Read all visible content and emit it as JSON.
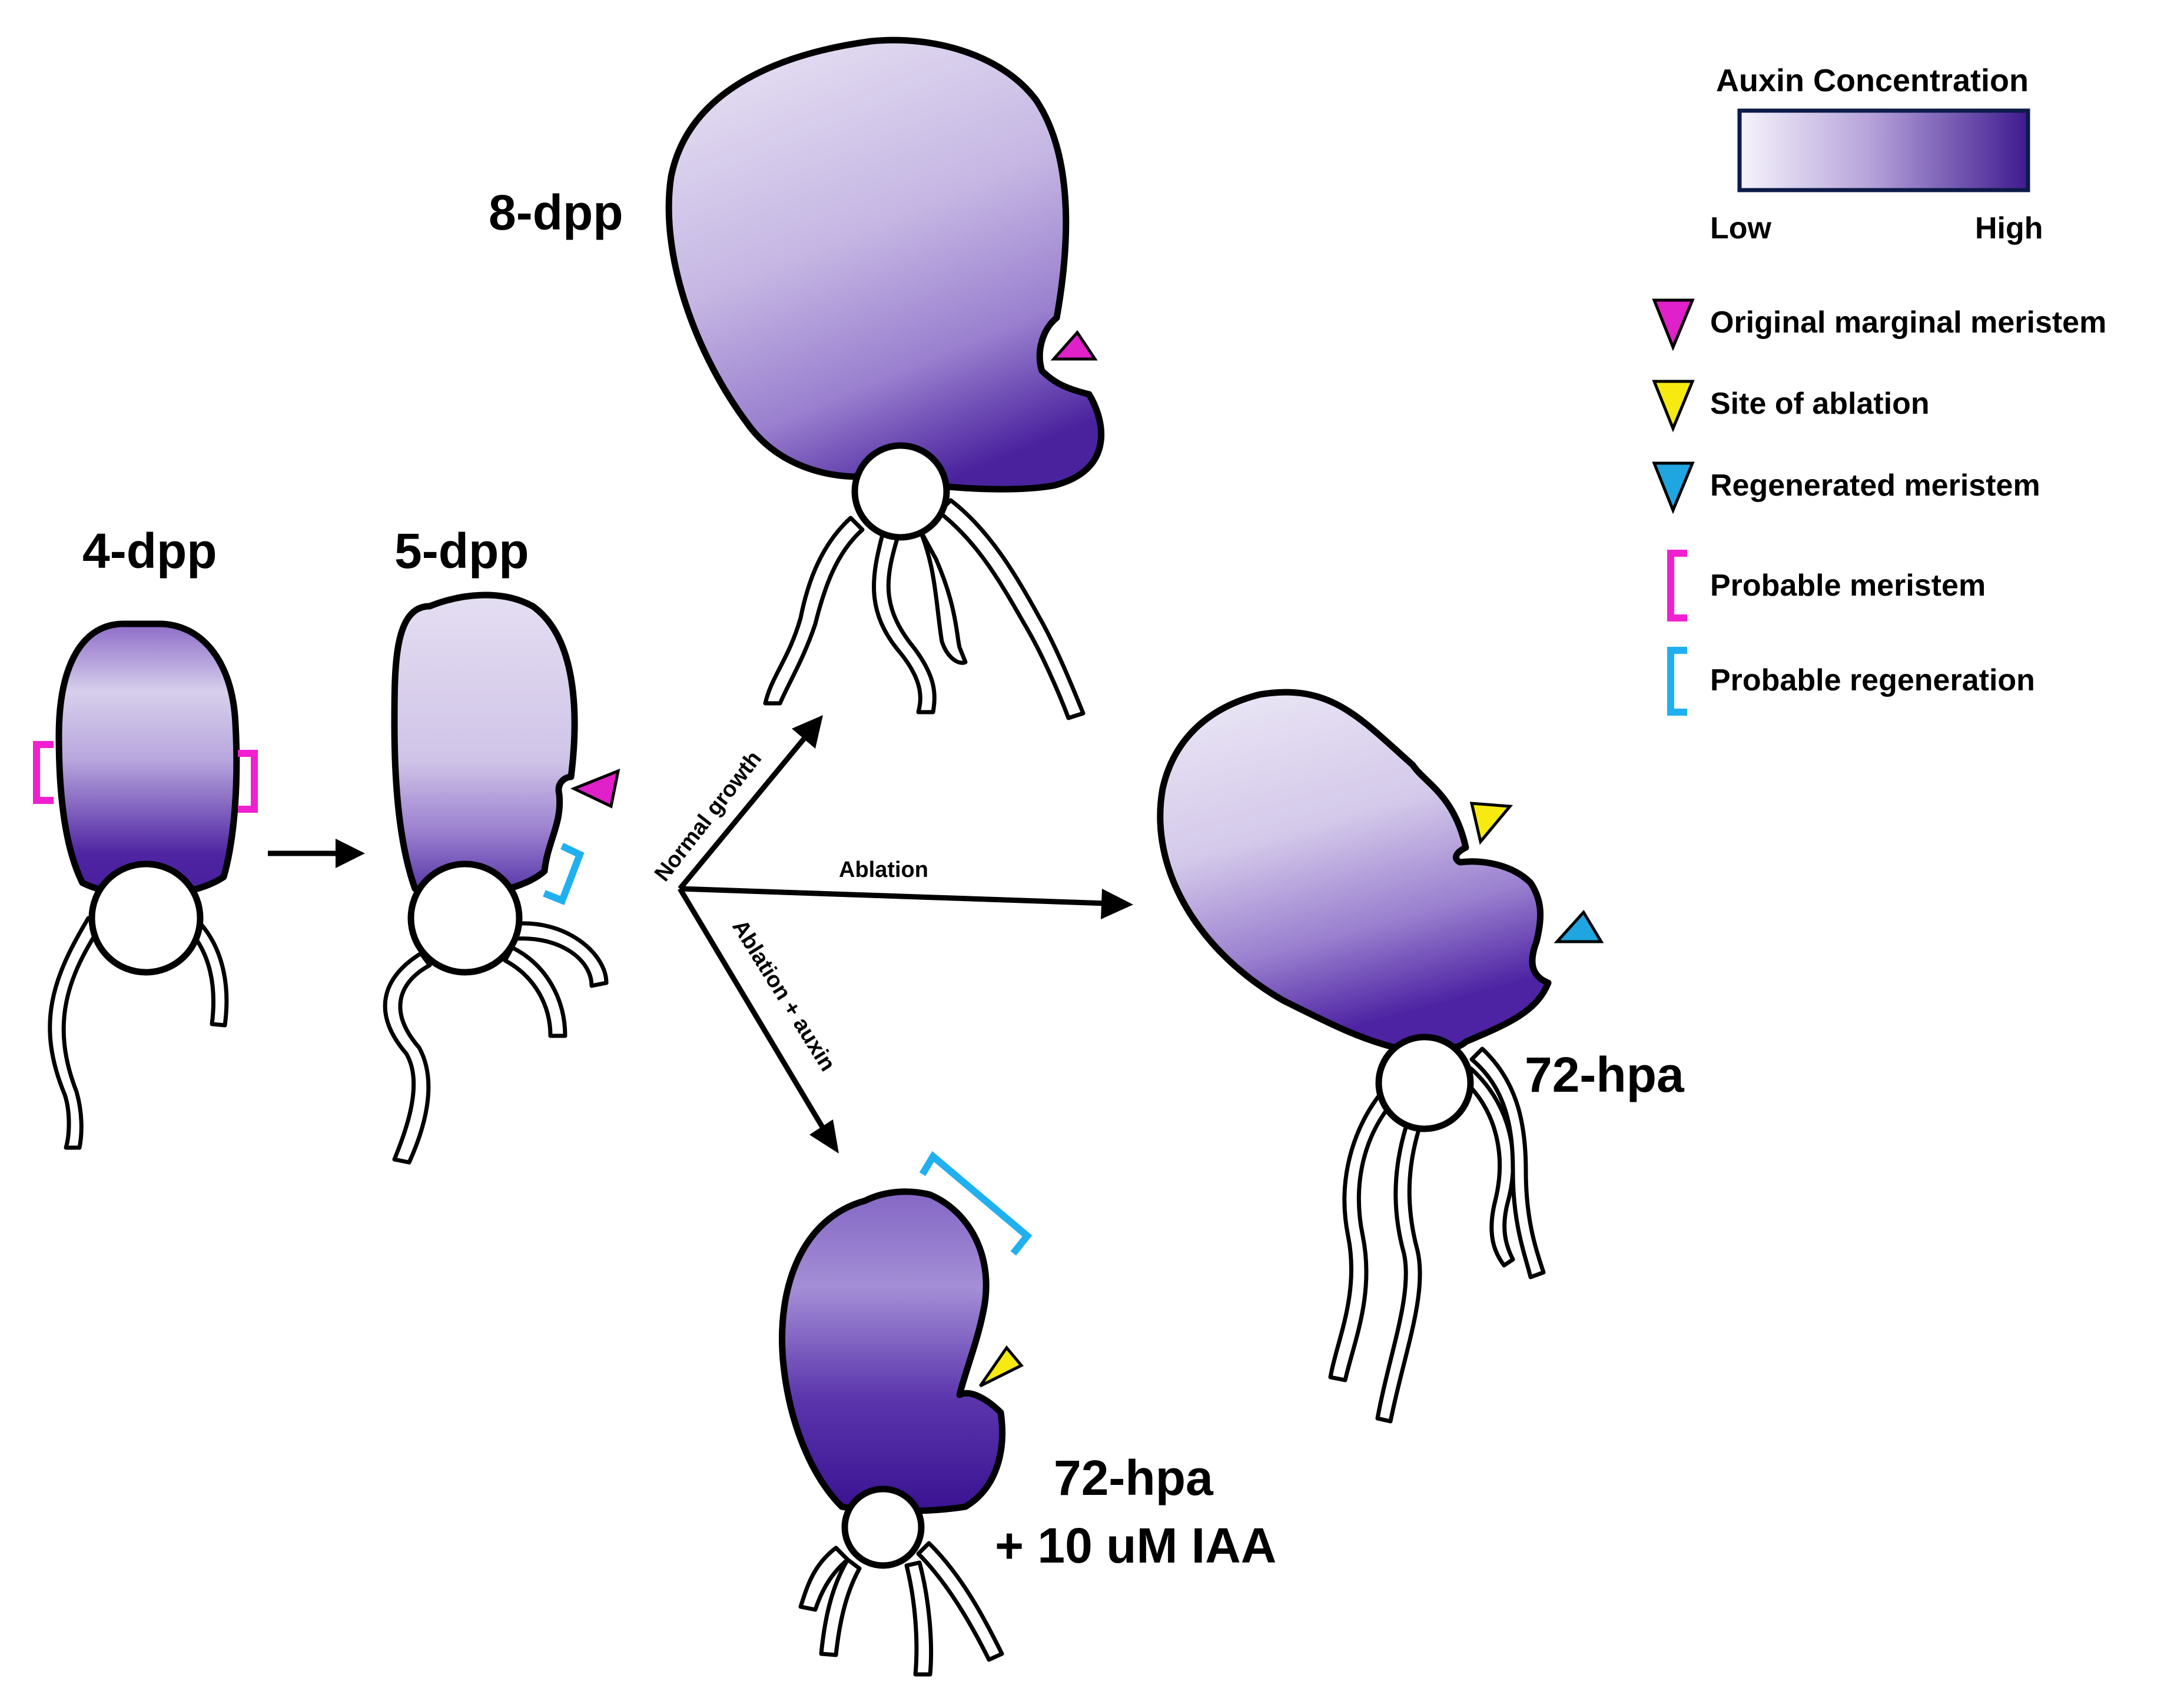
{
  "stages": {
    "s4dpp": "4-dpp",
    "s5dpp": "5-dpp",
    "s8dpp": "8-dpp",
    "s72hpa": "72-hpa",
    "s72hpa_iaa_line1": "72-hpa",
    "s72hpa_iaa_line2": "+ 10 uM IAA"
  },
  "arrows": {
    "normal_growth": "Normal growth",
    "ablation": "Ablation",
    "ablation_auxin": "Ablation + auxin"
  },
  "legend": {
    "title": "Auxin Concentration",
    "low": "Low",
    "high": "High",
    "gradient_low_color": "#f4f2fa",
    "gradient_high_color": "#3f1a8f",
    "items": [
      {
        "label": "Original marginal meristem",
        "color": "#e020c8",
        "symbol": "triangle"
      },
      {
        "label": "Site of ablation",
        "color": "#f7ea10",
        "symbol": "triangle"
      },
      {
        "label": "Regenerated meristem",
        "color": "#1fa5e0",
        "symbol": "triangle"
      },
      {
        "label": "Probable meristem",
        "color": "#f020d0",
        "symbol": "bracket"
      },
      {
        "label": "Probable regeneration",
        "color": "#20b0f0",
        "symbol": "bracket"
      }
    ]
  }
}
